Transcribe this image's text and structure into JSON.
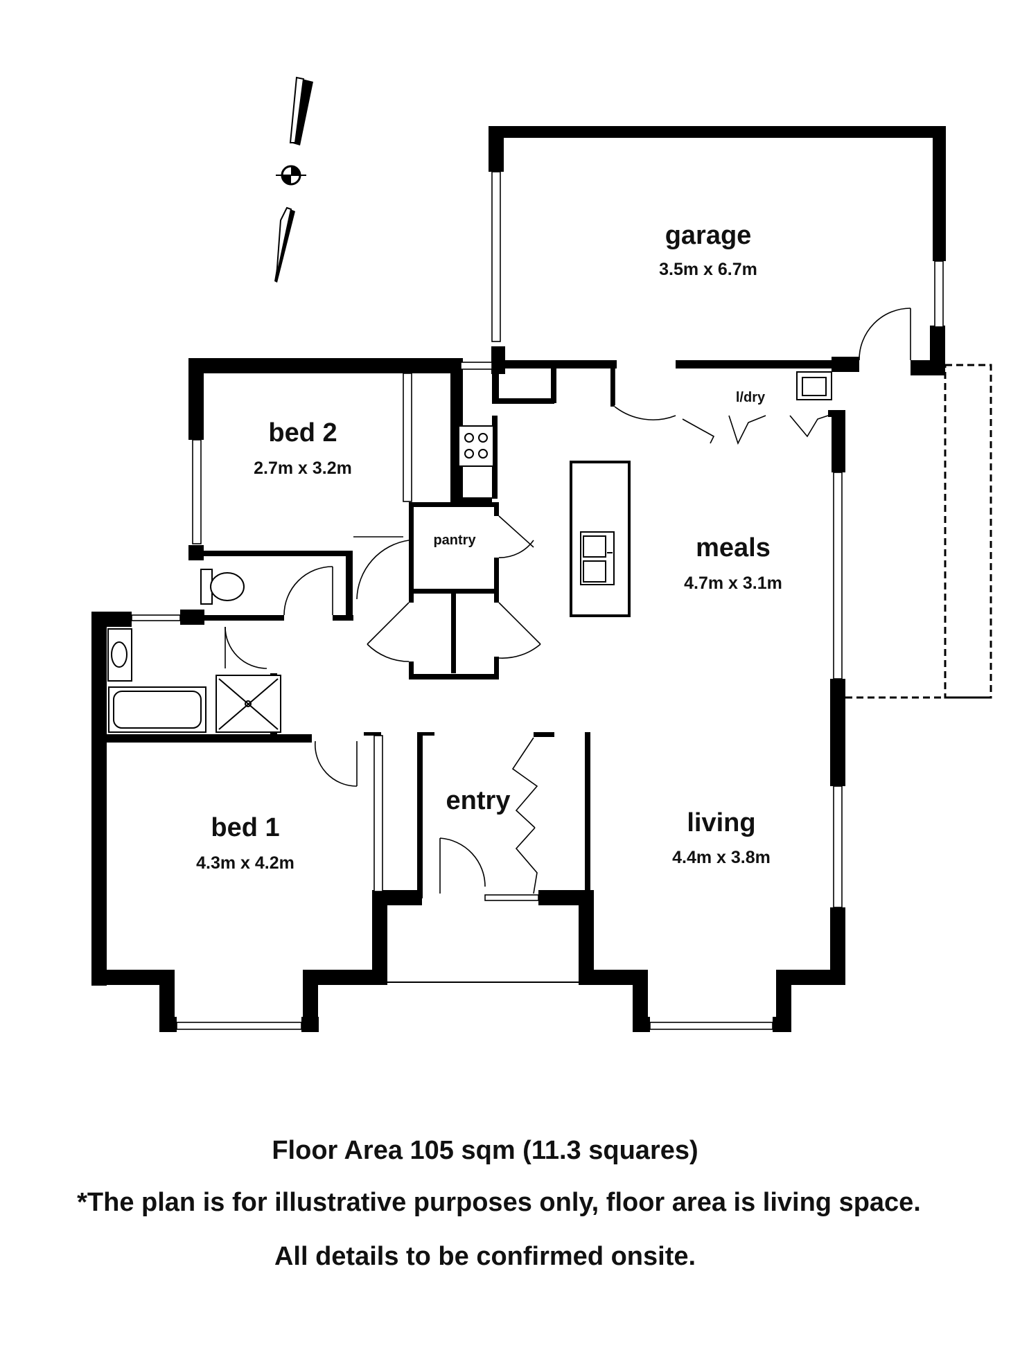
{
  "rooms": {
    "garage": {
      "name": "garage",
      "dims": "3.5m x 6.7m"
    },
    "bed2": {
      "name": "bed 2",
      "dims": "2.7m x 3.2m"
    },
    "laundry": {
      "name": "l/dry"
    },
    "pantry": {
      "name": "pantry"
    },
    "meals": {
      "name": "meals",
      "dims": "4.7m x 3.1m"
    },
    "entry": {
      "name": "entry"
    },
    "bed1": {
      "name": "bed 1",
      "dims": "4.3m x 4.2m"
    },
    "living": {
      "name": "living",
      "dims": "4.4m x 3.8m"
    }
  },
  "notes": {
    "floor_area": "Floor Area 105 sqm (11.3 squares)",
    "illustrative": "*The plan is for illustrative purposes only, floor area is living space.",
    "confirm": "All details to be confirmed onsite."
  },
  "icons": [
    "north-arrow-icon",
    "sink-icon",
    "cooktop-icon",
    "toilet-icon",
    "bathtub-icon",
    "shower-icon",
    "basin-icon",
    "laundry-tub-icon"
  ]
}
